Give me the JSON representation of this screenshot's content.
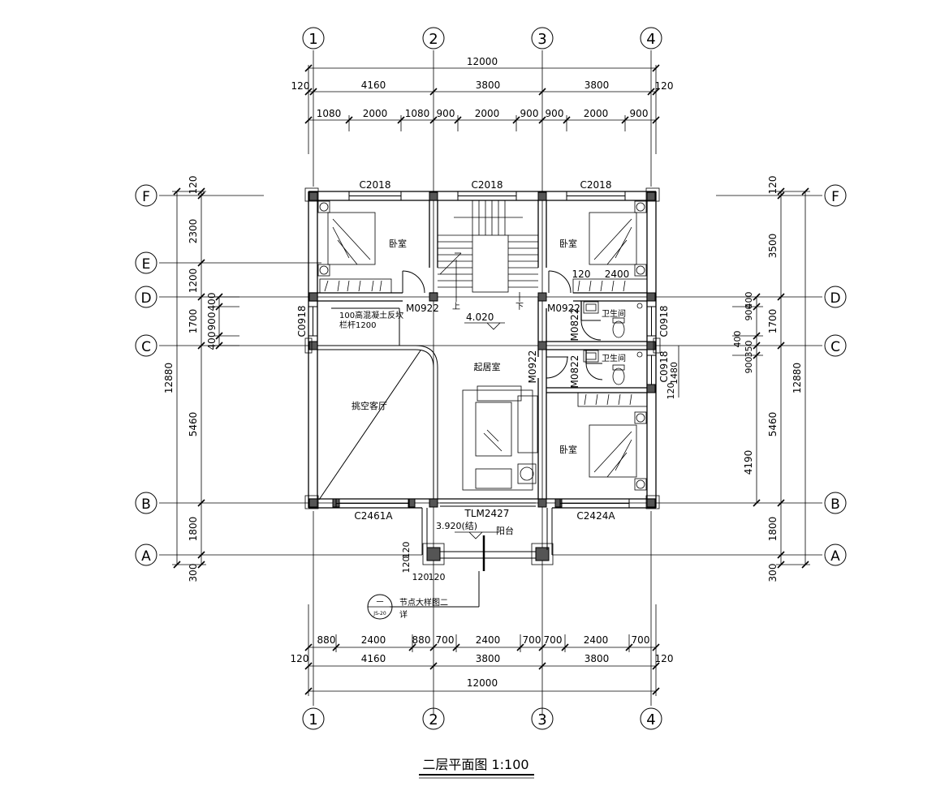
{
  "grid": {
    "columns": [
      "1",
      "2",
      "3",
      "4"
    ],
    "rows": [
      "F",
      "E",
      "D",
      "C",
      "B",
      "A"
    ]
  },
  "dims": {
    "top_total": "12000",
    "top_edge_left": "120",
    "top_edge_right": "120",
    "top_bays": [
      "4160",
      "3800",
      "3800"
    ],
    "top_windows": [
      "1080",
      "2000",
      "1080",
      "900",
      "2000",
      "900",
      "900",
      "2000",
      "900"
    ],
    "bottom_windows": [
      "880",
      "2400",
      "880",
      "700",
      "2400",
      "700",
      "700",
      "2400",
      "700"
    ],
    "bottom_bays": [
      "4160",
      "3800",
      "3800"
    ],
    "bottom_edge_left": "120",
    "bottom_edge_right": "120",
    "bottom_total": "12000",
    "left_total": "12880",
    "left_spans": [
      "120",
      "2300",
      "1200",
      "1700",
      "5460",
      "1800",
      "300"
    ],
    "left_small": [
      "400",
      "900",
      "400"
    ],
    "right_total": "12880",
    "right_spans": [
      "120",
      "3500",
      "1700",
      "5460",
      "1800",
      "300"
    ],
    "right_small": [
      "900",
      "400",
      "400",
      "900",
      "350",
      "4190"
    ],
    "misc": [
      "120",
      "2400",
      "120",
      "1480",
      "120",
      "120",
      "120",
      "120"
    ]
  },
  "labels": {
    "window_top": [
      "C2018",
      "C2018",
      "C2018"
    ],
    "window_bottom": [
      "C2461A",
      "C2424A"
    ],
    "door_tlm": "TLM2427",
    "door_m0922": [
      "M0922",
      "M0922",
      "M0922"
    ],
    "door_m0822": [
      "M0822",
      "M0822"
    ],
    "window_c0918": [
      "C0918",
      "C0918",
      "C0918"
    ],
    "bedroom": "卧室",
    "bathroom": "卫生间",
    "living_room": "起居室",
    "void_hall": "挑空客厅",
    "balcony": "阳台",
    "stair_up": "上",
    "stair_down": "下",
    "elevation_floor": "4.020",
    "elevation_balcony": "3.920(结)",
    "railing_note_1": "100高混凝土反坎",
    "railing_note_2": "栏杆1200",
    "detail_note": "节点大样图二",
    "detail_note_2": "详",
    "detail_symbol_top": "一",
    "detail_symbol_bottom": "JS-20"
  },
  "title": "二层平面图 1:100"
}
